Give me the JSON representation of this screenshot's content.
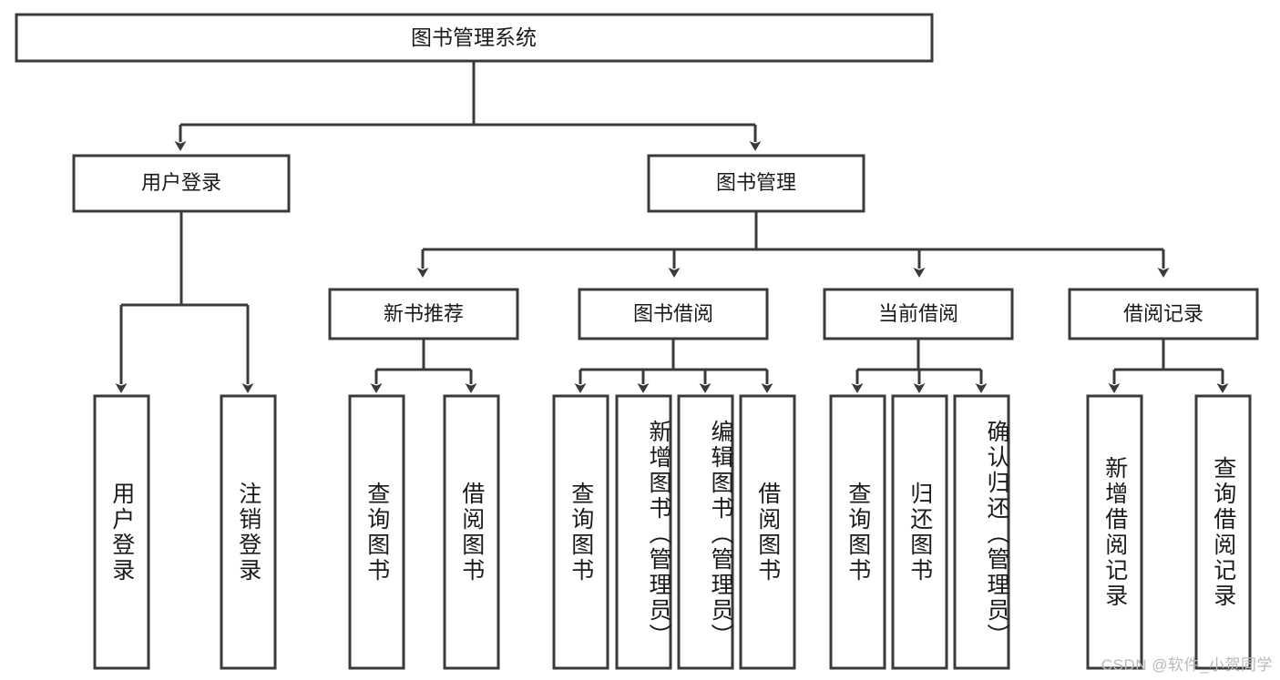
{
  "diagram": {
    "title": "图书管理系统",
    "type": "function-tree",
    "root": {
      "id": "root",
      "label": "图书管理系统",
      "level": 0
    },
    "level1": [
      {
        "id": "user-login",
        "label": "用户登录"
      },
      {
        "id": "book-manage",
        "label": "图书管理"
      }
    ],
    "level2": [
      {
        "id": "new-book-recommend",
        "label": "新书推荐",
        "parent": "book-manage"
      },
      {
        "id": "book-borrow",
        "label": "图书借阅",
        "parent": "book-manage"
      },
      {
        "id": "current-borrow",
        "label": "当前借阅",
        "parent": "book-manage"
      },
      {
        "id": "borrow-record",
        "label": "借阅记录",
        "parent": "book-manage"
      }
    ],
    "leaves": [
      {
        "id": "leaf-user-login",
        "label": "用户登录",
        "parent": "user-login"
      },
      {
        "id": "leaf-logout-login",
        "label": "注销登录",
        "parent": "user-login"
      },
      {
        "id": "leaf-query-book-1",
        "label": "查询图书",
        "parent": "new-book-recommend"
      },
      {
        "id": "leaf-borrow-book-1",
        "label": "借阅图书",
        "parent": "new-book-recommend"
      },
      {
        "id": "leaf-query-book-2",
        "label": "查询图书",
        "parent": "book-borrow"
      },
      {
        "id": "leaf-add-book",
        "label": "新增图书（管理员）",
        "parent": "book-borrow"
      },
      {
        "id": "leaf-edit-book",
        "label": "编辑图书（管理员）",
        "parent": "book-borrow"
      },
      {
        "id": "leaf-borrow-book-2",
        "label": "借阅图书",
        "parent": "book-borrow"
      },
      {
        "id": "leaf-query-book-3",
        "label": "查询图书",
        "parent": "current-borrow"
      },
      {
        "id": "leaf-return-book",
        "label": "归还图书",
        "parent": "current-borrow"
      },
      {
        "id": "leaf-confirm-return",
        "label": "确认归还（管理员）",
        "parent": "current-borrow"
      },
      {
        "id": "leaf-add-record",
        "label": "新增借阅记录",
        "parent": "borrow-record"
      },
      {
        "id": "leaf-query-record",
        "label": "查询借阅记录",
        "parent": "borrow-record"
      }
    ]
  },
  "watermark": {
    "text": "CSDN @软件_小贺同学"
  },
  "colors": {
    "background": "#ffffff",
    "box_fill": "#ffffff",
    "box_stroke": "#3a3a3a",
    "text": "#1a1a1a",
    "watermark": "#b9b9b9"
  }
}
